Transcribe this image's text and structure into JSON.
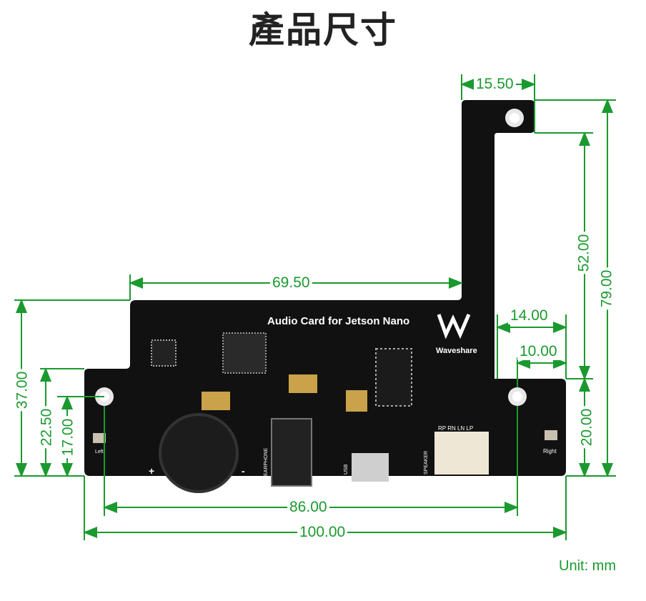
{
  "title": "產品尺寸",
  "unit_label": "Unit: mm",
  "dimensions": {
    "top_width": "15.50",
    "mid_width": "69.50",
    "right_upper": "52.00",
    "right_total": "79.00",
    "right_offset_a": "14.00",
    "right_offset_b": "10.00",
    "left_total": "37.00",
    "left_mid": "22.50",
    "left_low": "17.00",
    "right_low": "20.00",
    "hole_span": "86.00",
    "total_width": "100.00"
  },
  "board": {
    "name": "Audio Card for Jetson Nano",
    "brand": "Waveshare",
    "labels": {
      "left": "Left",
      "right": "Right",
      "earphone": "EARPHONE",
      "usb": "USB",
      "speaker": "SPEAKER",
      "speaker_pins": "RP RN LN LP",
      "plus": "+",
      "minus": "-"
    }
  },
  "colors": {
    "dimension": "#1a9a2e",
    "pcb": "#111111"
  }
}
